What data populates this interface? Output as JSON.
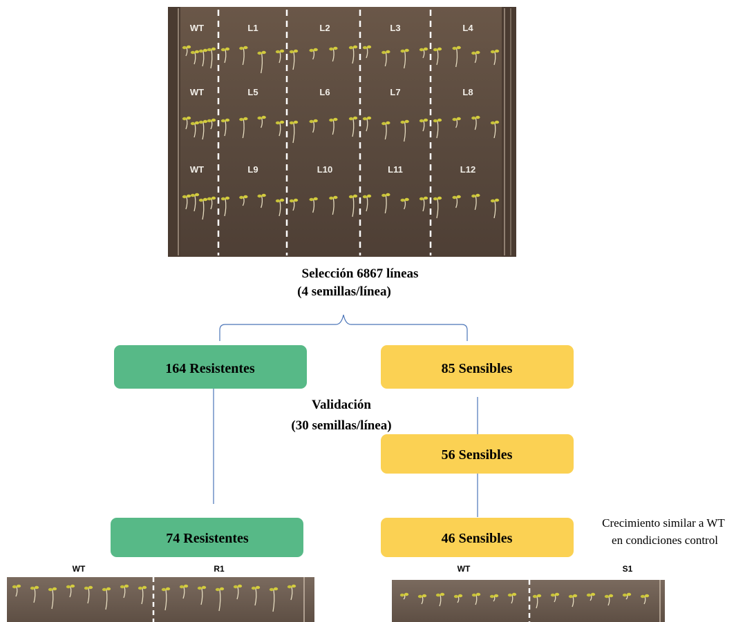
{
  "top_photo": {
    "rows": [
      {
        "labels": [
          "WT",
          "L1",
          "L2",
          "L3",
          "L4"
        ]
      },
      {
        "labels": [
          "WT",
          "L5",
          "L6",
          "L7",
          "L8"
        ]
      },
      {
        "labels": [
          "WT",
          "L9",
          "L10",
          "L11",
          "L12"
        ]
      }
    ]
  },
  "selection": {
    "line1": "Selección  6867 líneas",
    "line2": "(4 semillas/línea)"
  },
  "validation": {
    "line1": "Validación",
    "line2": "(30 semillas/línea)"
  },
  "boxes": {
    "resistant_1": "164 Resistentes",
    "resistant_2": "74 Resistentes",
    "sensitive_1": "85 Sensibles",
    "sensitive_2": "56 Sensibles",
    "sensitive_3": "46 Sensibles"
  },
  "note": {
    "line1": "Crecimiento similar a WT",
    "line2": "en condiciones control"
  },
  "bottom_left_photo": {
    "labels": [
      "WT",
      "R1"
    ]
  },
  "bottom_right_photo": {
    "labels": [
      "WT",
      "S1"
    ]
  },
  "colors": {
    "resistant": "#57b987",
    "sensitive": "#fbd153",
    "connector": "#4a74b8",
    "photo_bg": "#5e4d40"
  }
}
